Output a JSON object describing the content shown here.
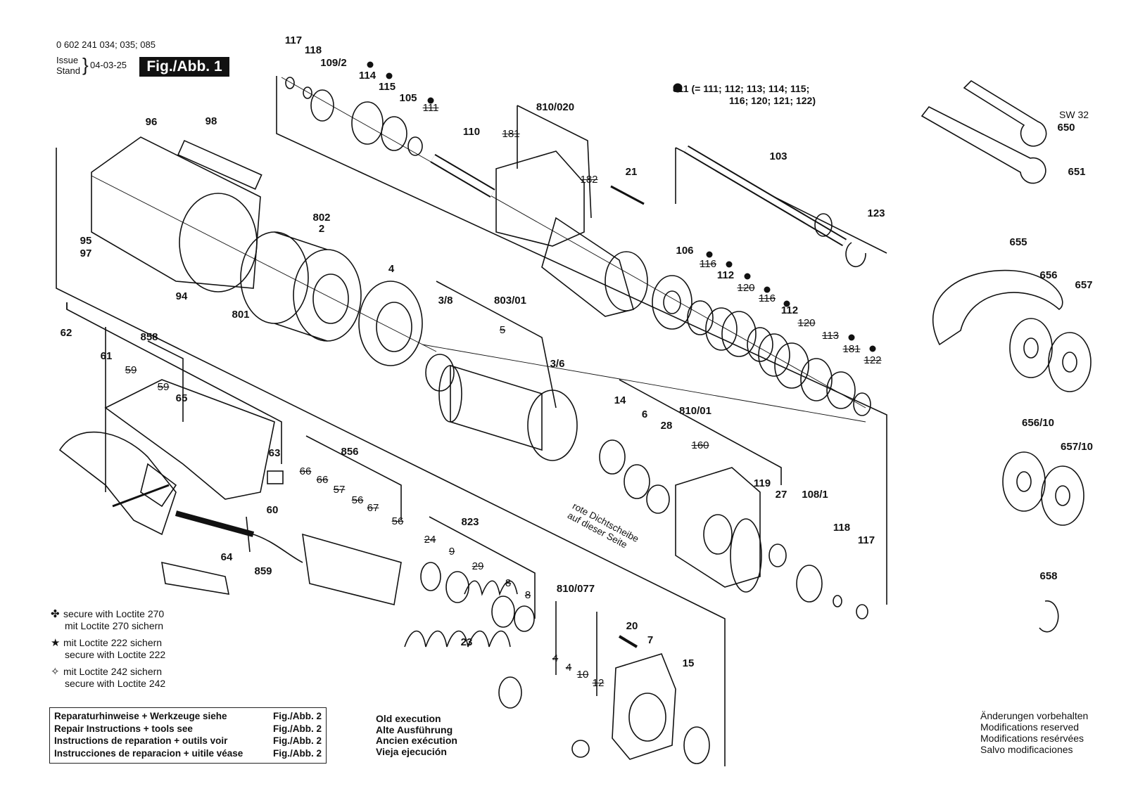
{
  "header": {
    "part_numbers": "0 602 241 034; 035; 085",
    "issue_label": "Issue",
    "stand_label": "Stand",
    "date": "04-03-25",
    "figure_badge": "Fig./Abb. 1"
  },
  "set_note": {
    "line1": "811 (= 111; 112; 113; 114; 115;",
    "line2": "116; 120; 121; 122)"
  },
  "wrench_size": "SW 32",
  "part_labels": [
    "117",
    "118",
    "109/2",
    "114",
    "115",
    "105",
    "110",
    "810/020",
    "21",
    "96",
    "98",
    "802",
    "2",
    "95",
    "97",
    "94",
    "801",
    "103",
    "123",
    "650",
    "651",
    "655",
    "656",
    "657",
    "656/10",
    "657/10",
    "658",
    "4",
    "3/8",
    "803/01",
    "3/6",
    "106",
    "112",
    "112",
    "62",
    "61",
    "858",
    "65",
    "63",
    "856",
    "60",
    "64",
    "859",
    "14",
    "6",
    "810/01",
    "28",
    "119",
    "27",
    "108/1",
    "118",
    "117",
    "823",
    "23",
    "810/077",
    "20",
    "7",
    "15"
  ],
  "crossed_labels": [
    "111",
    "181",
    "182",
    "116",
    "120",
    "116",
    "120",
    "113",
    "181",
    "122",
    "59",
    "59",
    "66",
    "66",
    "57",
    "56",
    "67",
    "56",
    "5",
    "160",
    "24",
    "9",
    "29",
    "8",
    "8",
    "4",
    "4",
    "10",
    "12"
  ],
  "annotation": {
    "line1": "rote Dichtscheibe",
    "line2": "auf dieser Seite"
  },
  "loctite_notes": [
    {
      "symbol": "✤",
      "line1": "secure with Loctite 270",
      "line2": "mit Loctite 270 sichern"
    },
    {
      "symbol": "★",
      "line1": "mit Loctite 222 sichern",
      "line2": "secure with Loctite 222"
    },
    {
      "symbol": "✧",
      "line1": "mit Loctite 242 sichern",
      "line2": "secure with Loctite 242"
    }
  ],
  "reference_table": [
    {
      "text": "Reparaturhinweise + Werkzeuge siehe",
      "ref": "Fig./Abb. 2"
    },
    {
      "text": "Repair Instructions + tools see",
      "ref": "Fig./Abb. 2"
    },
    {
      "text": "Instructions de reparation + outils voir",
      "ref": "Fig./Abb. 2"
    },
    {
      "text": "Instrucciones de reparacion + uitile véase",
      "ref": "Fig./Abb. 2"
    }
  ],
  "old_execution": [
    "Old execution",
    "Alte Ausführung",
    "Ancien exécution",
    "Vieja ejecución"
  ],
  "modifications": [
    "Änderungen vorbehalten",
    "Modifications reserved",
    "Modifications resérvées",
    "Salvo modificaciones"
  ],
  "colors": {
    "ink": "#111111",
    "paper": "#ffffff"
  }
}
